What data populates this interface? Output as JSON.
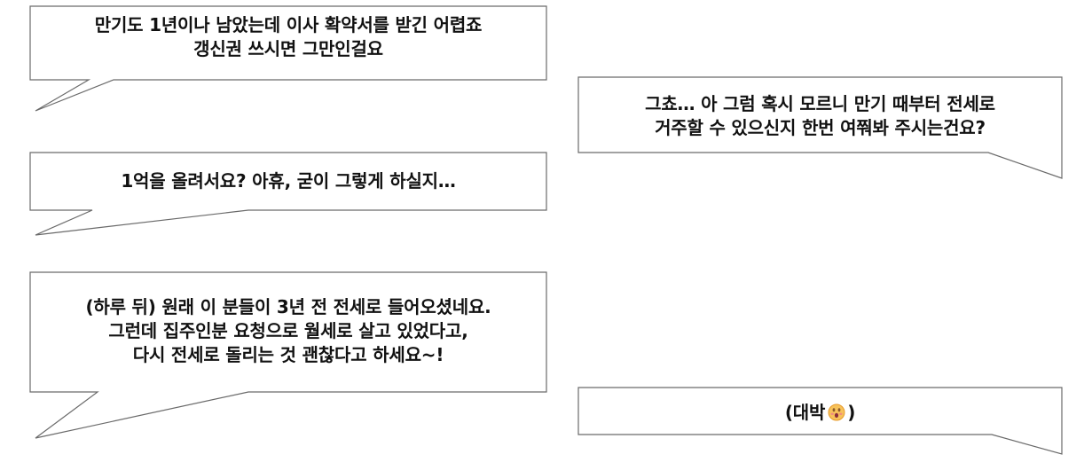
{
  "bubbles": [
    {
      "id": "left-1",
      "lines": [
        "만기도 1년이나 남았는데 이사 확약서를 받긴 어렵죠",
        "갱신권 쓰시면 그만인걸요"
      ]
    },
    {
      "id": "right-1",
      "lines": [
        "그쵸… 아 그럼 혹시 모르니 만기 때부터 전세로",
        "거주할 수 있으신지 한번 여쭤봐 주시는건요?"
      ]
    },
    {
      "id": "left-2",
      "lines": [
        "1억을 올려서요? 아휴, 굳이 그렇게 하실지…"
      ]
    },
    {
      "id": "left-3",
      "lines": [
        "(하루 뒤) 원래 이 분들이 3년 전 전세로 들어오셨네요.",
        "그런데 집주인분 요청으로 월세로 살고 있었다고,",
        "다시 전세로 돌리는 것 괜찮다고 하세요~!"
      ]
    },
    {
      "id": "right-2",
      "prefix": "(대박",
      "suffix": ")",
      "icon": "surprised-face-emoji"
    }
  ]
}
